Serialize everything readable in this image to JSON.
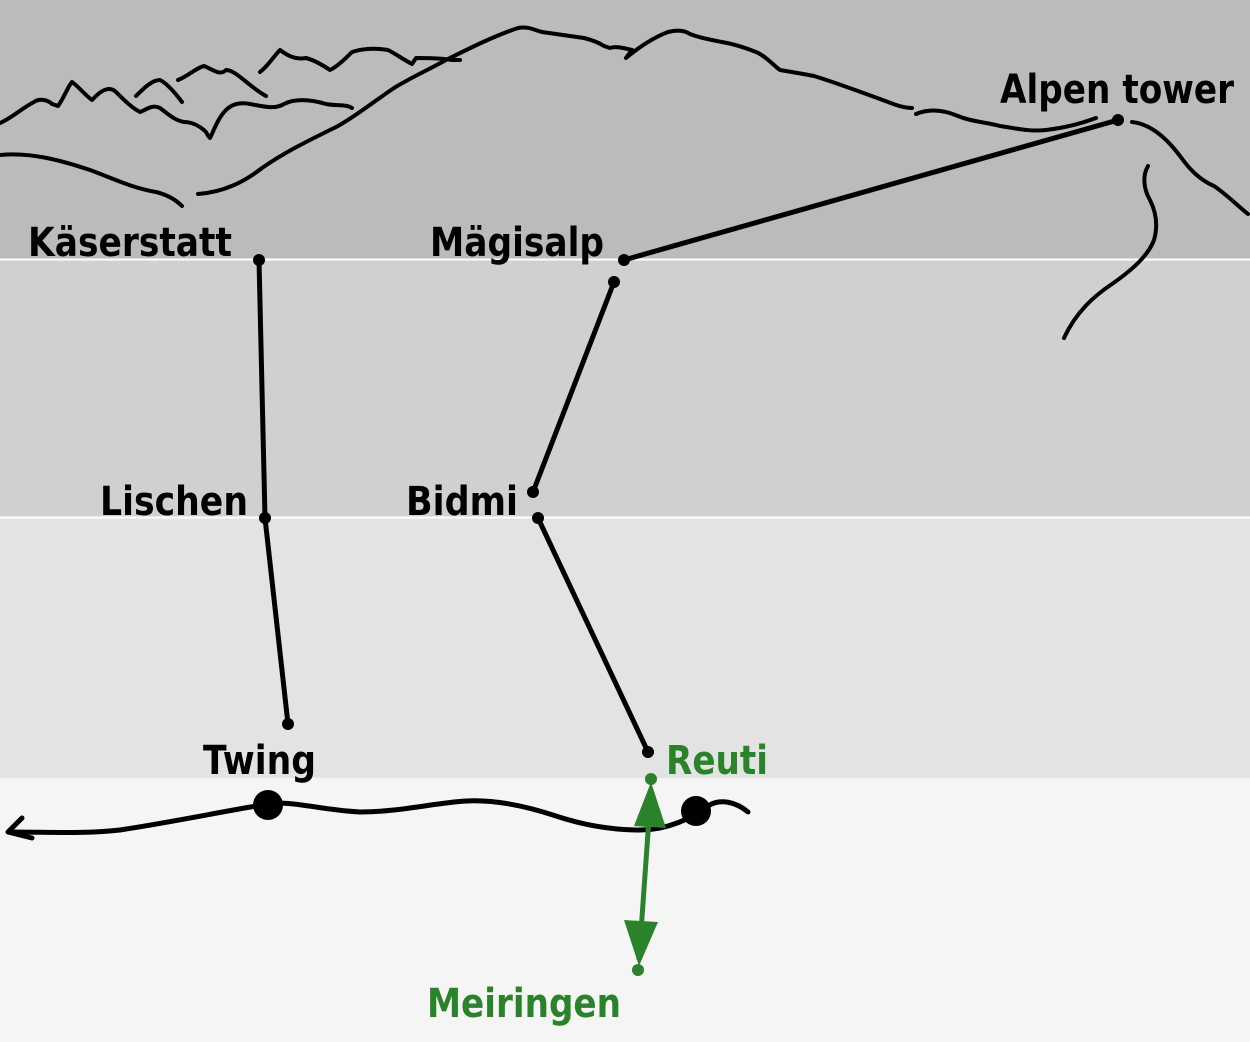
{
  "bands": {
    "top_color": "#bbbbbb",
    "upper_mid_color": "#d0d0d0",
    "lower_mid_color": "#e3e3e3",
    "bottom_color": "#f5f5f5",
    "divider_color": "#ffffff"
  },
  "colors": {
    "line": "#000000",
    "highlight": "#2a832a"
  },
  "stations": {
    "alpen_tower": "Alpen tower",
    "kaeserstatt": "Käserstatt",
    "maegisalp": "Mägisalp",
    "lischen": "Lischen",
    "bidmi": "Bidmi",
    "twing": "Twing",
    "reuti": "Reuti",
    "meiringen": "Meiringen"
  }
}
